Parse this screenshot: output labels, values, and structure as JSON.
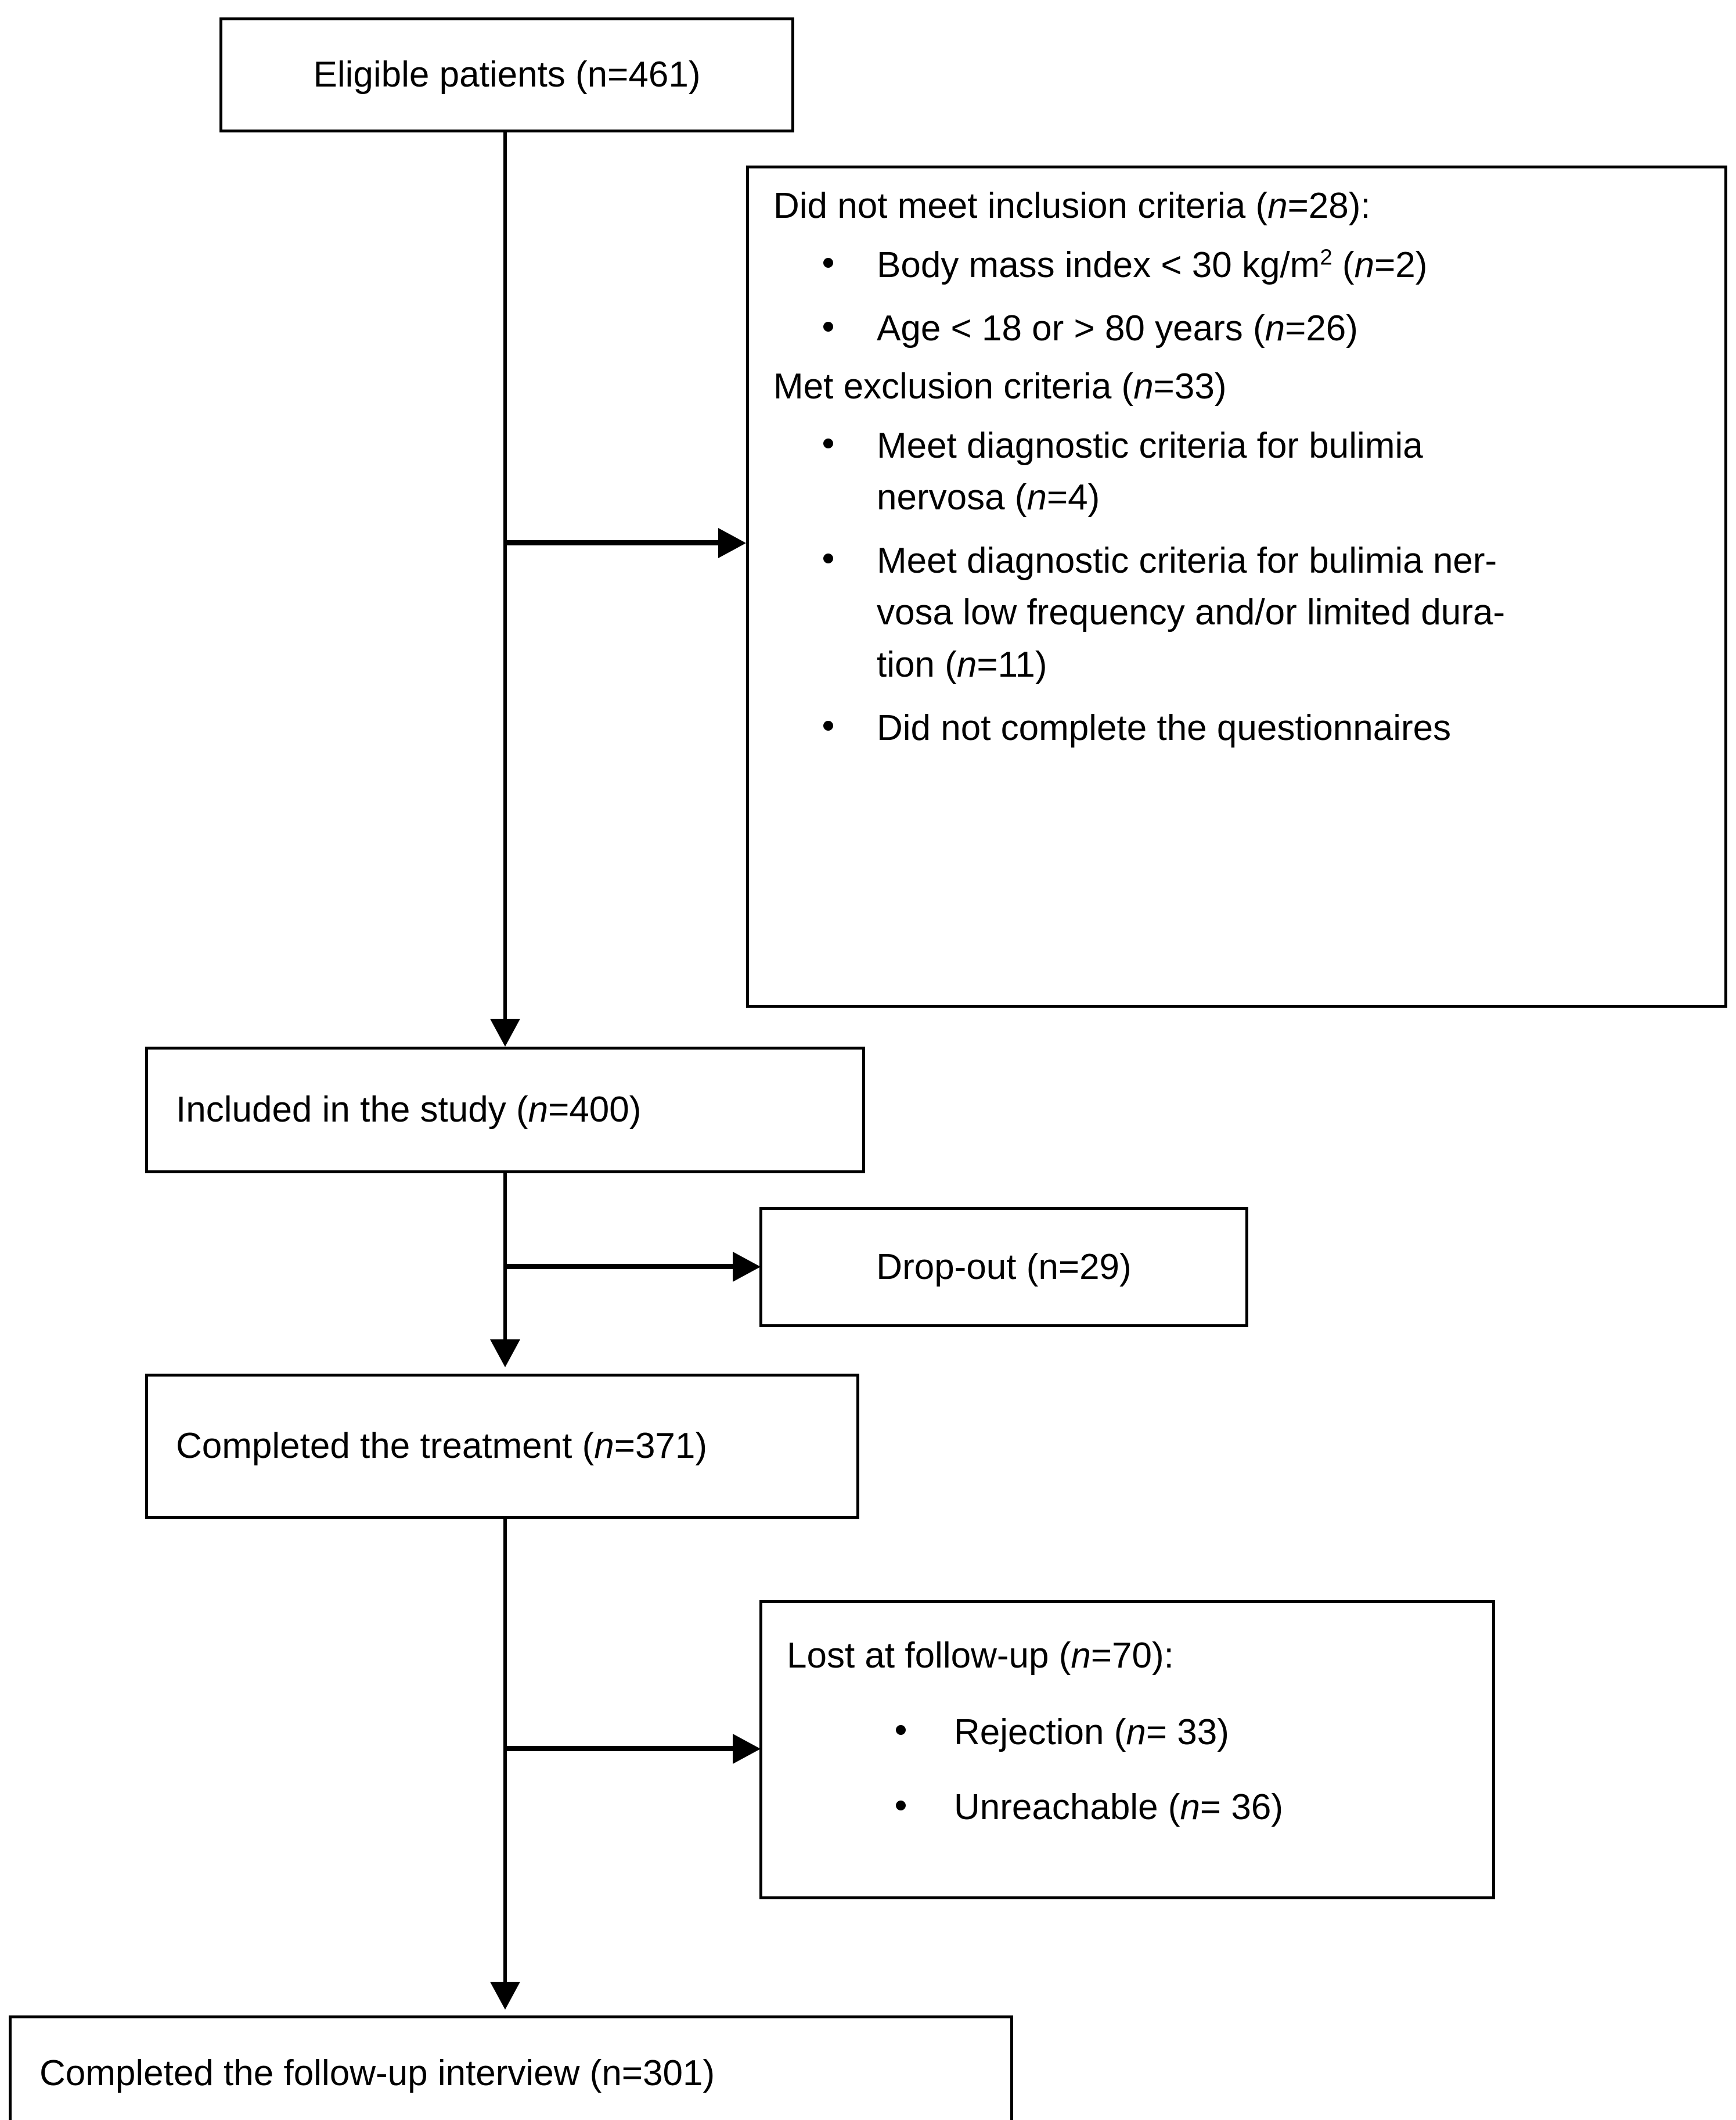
{
  "figure": {
    "type": "participant-flow-diagram",
    "orientation": "top-to-bottom"
  },
  "nodes": {
    "eligible": {
      "text": "Eligible patients (n=461)",
      "n": 461
    },
    "excluded": {
      "lead_inclusion": "Did not meet inclusion criteria (n=28):",
      "n_inclusion": 28,
      "inclusion_bullets": [
        "Body mass index < 30 kg/m2 (n=2)",
        "Age < 18 or > 80 years (n=26)"
      ],
      "lead_exclusion": "Met exclusion criteria (n=33)",
      "n_exclusion": 33,
      "exclusion_bullets": [
        "Meet diagnostic criteria for bulimia nervosa (n=4)",
        "Meet diagnostic criteria for bulimia nervosa low frequency and/or limited duration (n=11)",
        "Did not complete the questionnaires"
      ]
    },
    "included": {
      "text": "Included in the study (n=400)",
      "n": 400
    },
    "dropout": {
      "text": "Drop-out (n=29)",
      "n": 29
    },
    "completed_treatment": {
      "text": "Completed the treatment (n=371)",
      "n": 371
    },
    "lost_followup": {
      "lead": "Lost at follow-up (n=70):",
      "n": 70,
      "bullets": [
        "Rejection (n= 33)",
        "Unreachable (n= 36)"
      ]
    },
    "completed_followup": {
      "text": "Completed the follow-up interview (n=301)",
      "n": 301
    }
  },
  "colors": {
    "stroke": "#000000",
    "background": "#ffffff",
    "text": "#000000"
  }
}
